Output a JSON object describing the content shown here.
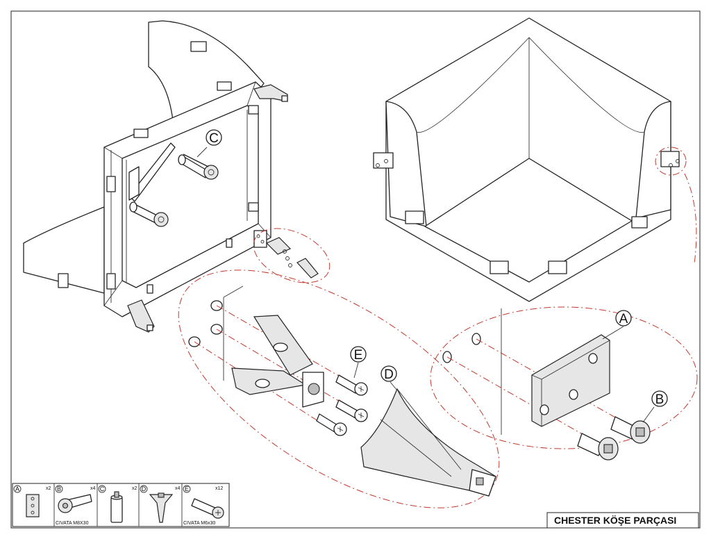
{
  "title_block": {
    "title": "CHESTER KÖŞE PARÇASI"
  },
  "callouts": {
    "A": "A",
    "B": "B",
    "C": "C",
    "D": "D",
    "E": "E"
  },
  "parts": [
    {
      "key": "A",
      "qty": "x2",
      "caption": ""
    },
    {
      "key": "B",
      "qty": "x4",
      "caption": "CIVATA M8X30"
    },
    {
      "key": "C",
      "qty": "x2",
      "caption": ""
    },
    {
      "key": "D",
      "qty": "x4",
      "caption": ""
    },
    {
      "key": "E",
      "qty": "x12",
      "caption": "CIVATA M6x30"
    }
  ],
  "colors": {
    "line": "#222222",
    "hidden_line": "#c0392b",
    "shade": "#e6e6e6"
  }
}
